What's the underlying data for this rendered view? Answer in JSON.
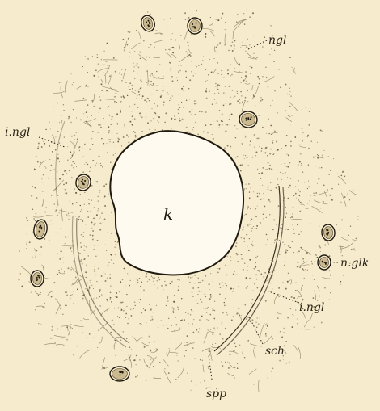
{
  "figure": {
    "labels": {
      "k": "k",
      "ngl": "ngl",
      "ingl_left": "i.ngl",
      "nglk": "n.glk",
      "ingl_right": "i.ngl",
      "sch": "sch",
      "spp": "spp"
    },
    "colors": {
      "background": "#f6eccd",
      "ink": "#2a2418",
      "stipple": "#6b5a3c",
      "nucleus_fill": "#cbb98f"
    }
  }
}
